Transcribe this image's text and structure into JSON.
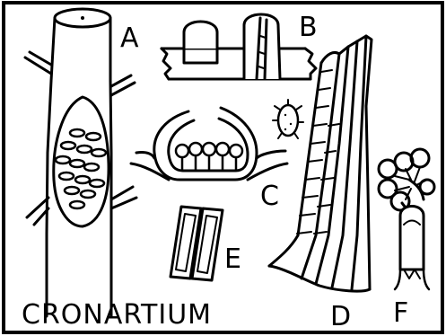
{
  "figure": {
    "title": "CRONARTIUM",
    "panel_labels": {
      "a": "A",
      "b": "B",
      "c": "C",
      "d": "D",
      "e": "E",
      "f": "F"
    }
  },
  "colors": {
    "ink": "#000000",
    "paper": "#ffffff"
  }
}
